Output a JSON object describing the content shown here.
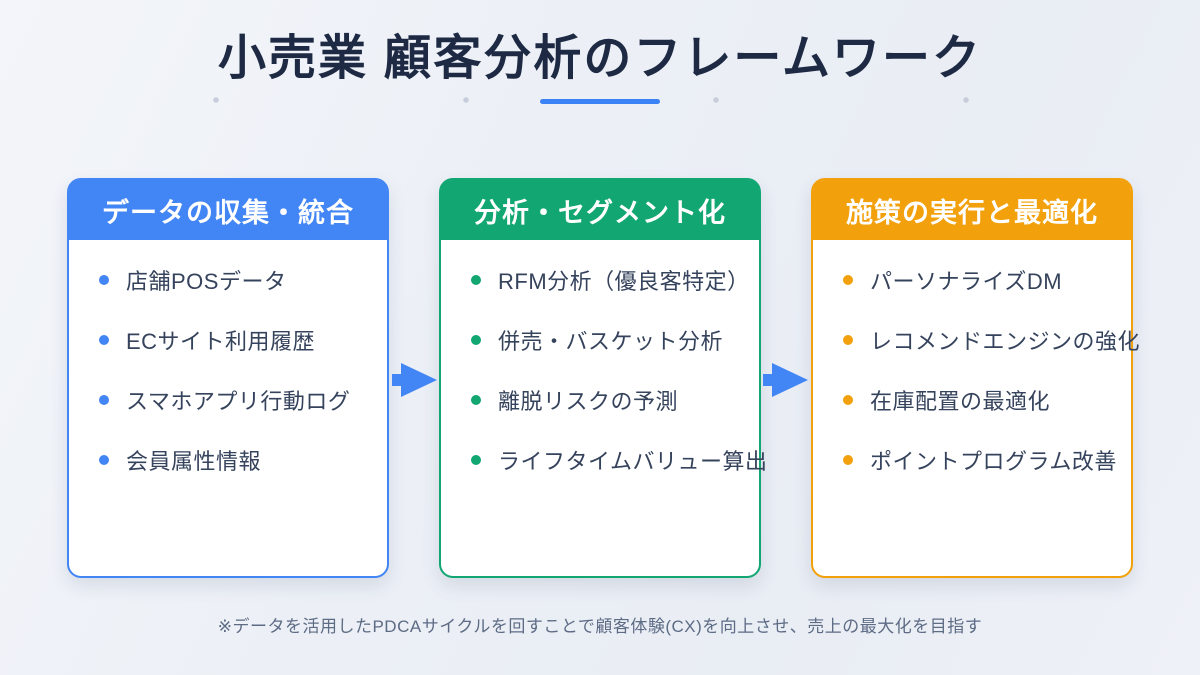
{
  "header": {
    "title": "小売業 顧客分析のフレームワーク"
  },
  "cards": [
    {
      "title": "データの収集・統合",
      "color": "#4285F4",
      "items": [
        "店舗POSデータ",
        "ECサイト利用履歴",
        "スマホアプリ行動ログ",
        "会員属性情報"
      ]
    },
    {
      "title": "分析・セグメント化",
      "color": "#12A673",
      "items": [
        "RFM分析（優良客特定）",
        "併売・バスケット分析",
        "離脱リスクの予測",
        "ライフタイムバリュー算出"
      ]
    },
    {
      "title": "施策の実行と最適化",
      "color": "#F2A10C",
      "items": [
        "パーソナライズDM",
        "レコメンドエンジンの強化",
        "在庫配置の最適化",
        "ポイントプログラム改善"
      ]
    }
  ],
  "arrows": {
    "color": "#4285F4"
  },
  "footer": {
    "note": "※データを活用したPDCAサイクルを回すことで顧客体験(CX)を向上させ、売上の最大化を目指す"
  },
  "accents": {
    "title_text": "#1E2A44",
    "title_underline": "#3B82F6",
    "item_text": "#36435C",
    "footnote_text": "#5D6B85"
  }
}
